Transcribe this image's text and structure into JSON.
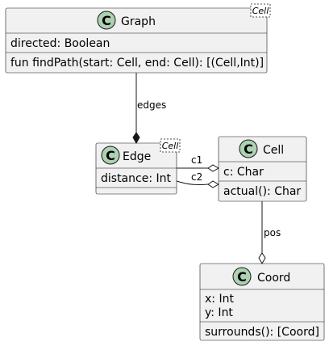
{
  "classes": {
    "graph": {
      "name": "Graph",
      "stereotype_letter": "C",
      "generic": "Cell",
      "fields": [
        "directed: Boolean"
      ],
      "methods": [
        "fun findPath(start: Cell, end: Cell): [(Cell,Int)]"
      ]
    },
    "edge": {
      "name": "Edge",
      "stereotype_letter": "C",
      "generic": "Cell",
      "fields": [
        "distance: Int"
      ],
      "methods": []
    },
    "cell": {
      "name": "Cell",
      "stereotype_letter": "C",
      "fields": [
        "c: Char"
      ],
      "methods": [
        "actual(): Char"
      ]
    },
    "coord": {
      "name": "Coord",
      "stereotype_letter": "C",
      "fields": [
        "x: Int",
        "y: Int"
      ],
      "methods": [
        "surrounds(): [Coord]"
      ]
    }
  },
  "relations": [
    {
      "from": "Graph",
      "to": "Edge",
      "label": "edges",
      "kind": "composition"
    },
    {
      "from": "Edge",
      "to": "Cell",
      "label": "c1",
      "kind": "aggregation"
    },
    {
      "from": "Edge",
      "to": "Cell",
      "label": "c2",
      "kind": "aggregation"
    },
    {
      "from": "Cell",
      "to": "Coord",
      "label": "pos",
      "kind": "aggregation"
    }
  ],
  "colors": {
    "box_fill": "#F1F1F1",
    "border": "#181818",
    "class_circle": "#ADD1B2"
  }
}
